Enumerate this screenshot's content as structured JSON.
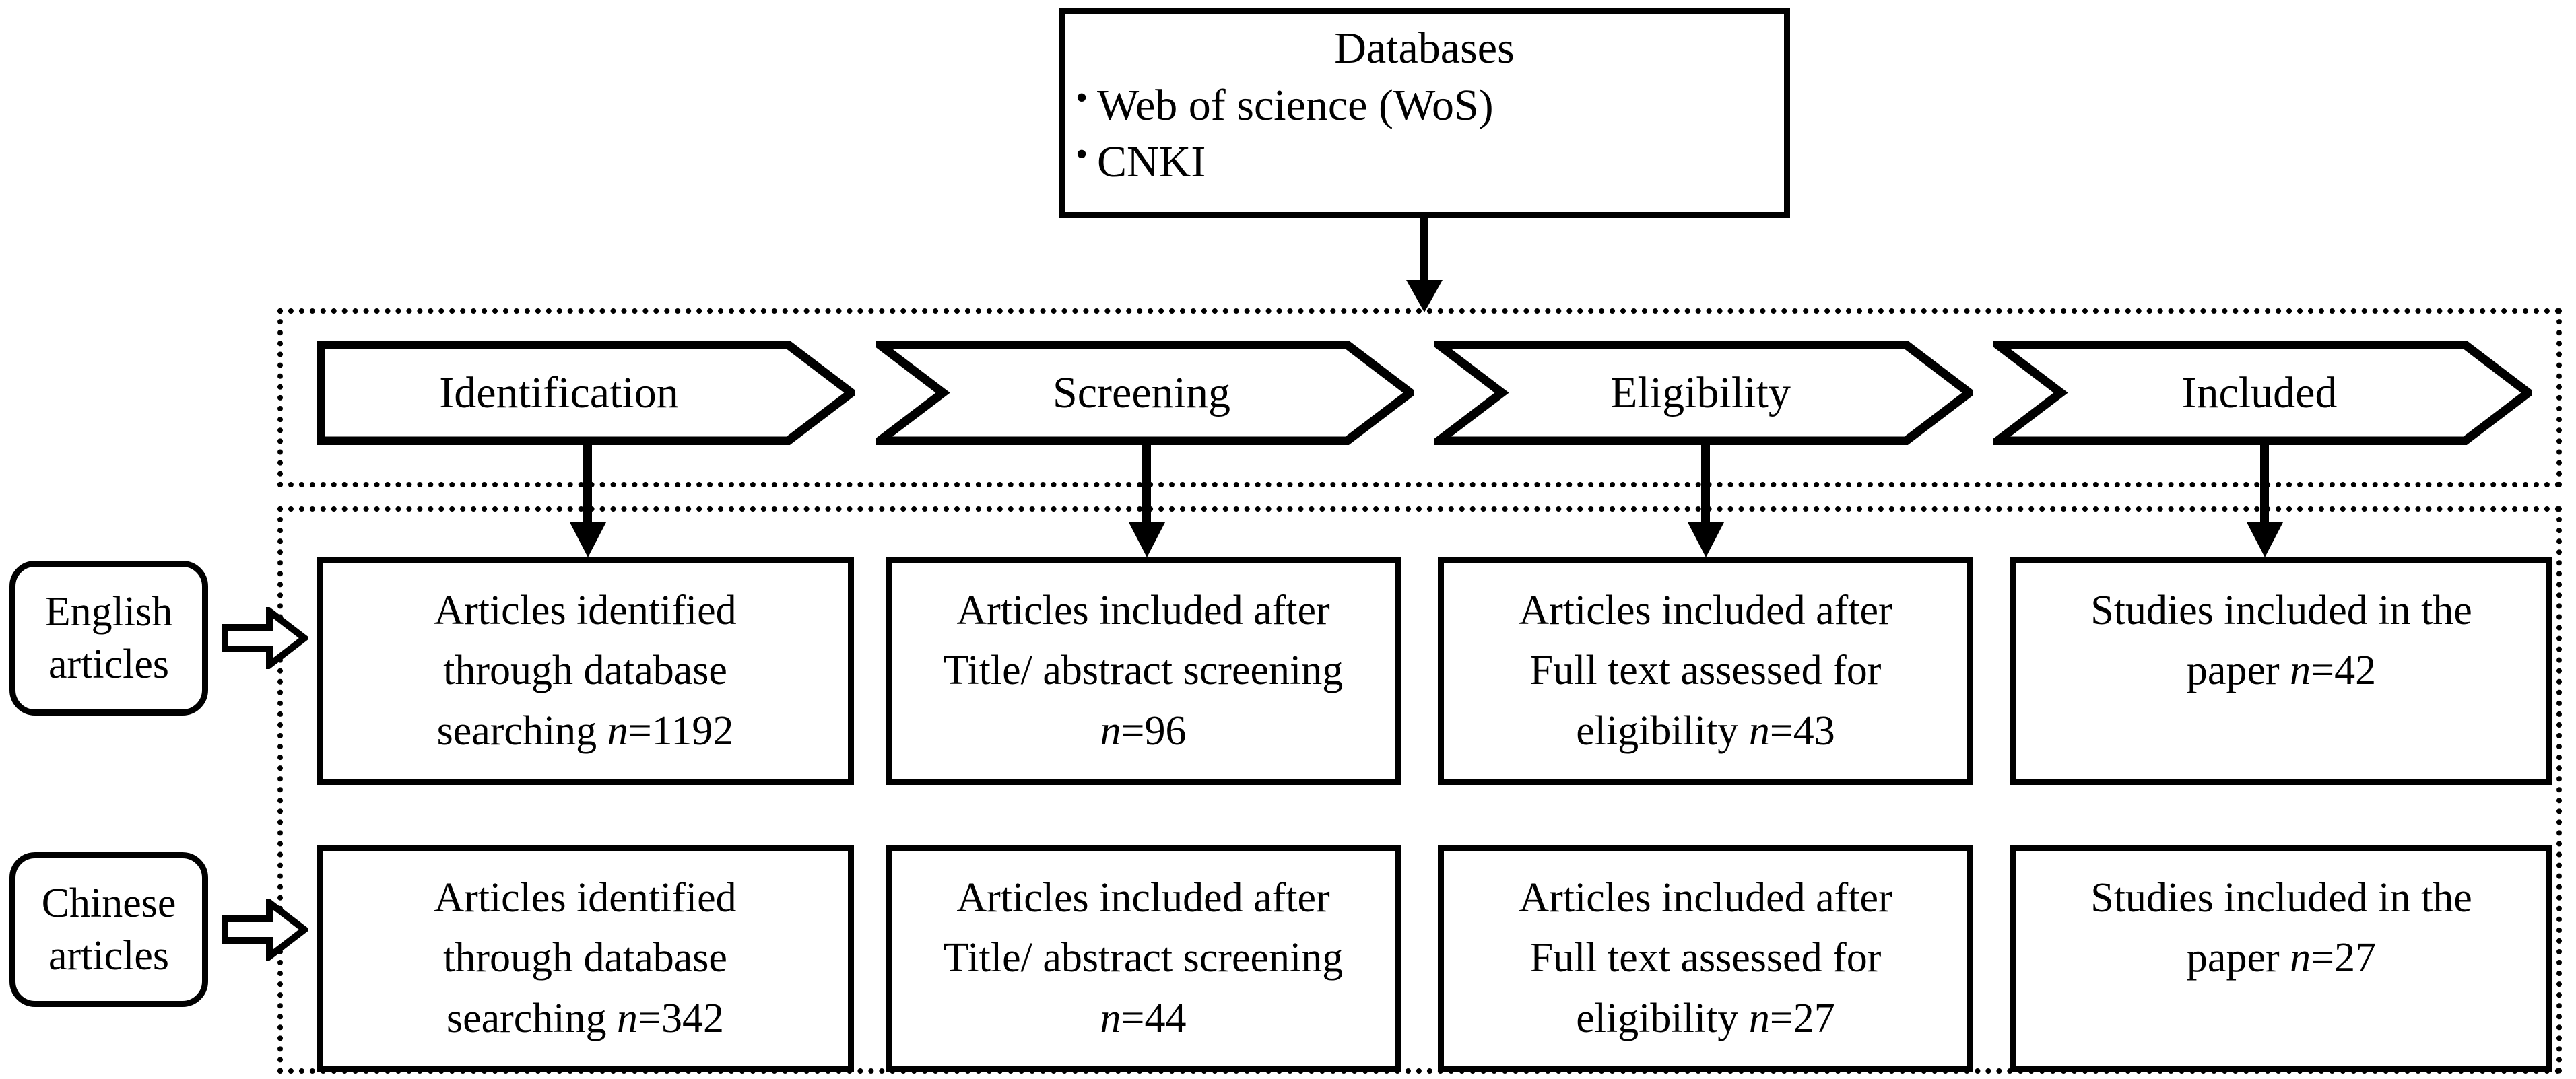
{
  "source": {
    "title": "Databases",
    "bullet_glyph": "•",
    "items": [
      "Web of science (WoS)",
      "CNKI"
    ]
  },
  "stages": [
    {
      "label": "Identification",
      "shape": "flat-left-chevron"
    },
    {
      "label": "Screening",
      "shape": "chevron"
    },
    {
      "label": "Eligibility",
      "shape": "chevron"
    },
    {
      "label": "Included",
      "shape": "chevron"
    }
  ],
  "language_groups": [
    {
      "line1": "English",
      "line2": "articles"
    },
    {
      "line1": "Chinese",
      "line2": "articles"
    }
  ],
  "rows": [
    {
      "group": "English articles",
      "boxes": [
        {
          "lines": [
            "Articles identified",
            "through database",
            "searching "
          ],
          "n_label": "n",
          "n_value": "=1192",
          "inline_last": true
        },
        {
          "lines": [
            "Articles included after",
            "Title/ abstract screening",
            ""
          ],
          "n_label": "n",
          "n_value": "=96",
          "inline_last": false
        },
        {
          "lines": [
            "Articles included after",
            "Full text assessed for",
            "eligibility "
          ],
          "n_label": "n",
          "n_value": "=43",
          "inline_last": true
        },
        {
          "lines": [
            "Studies included in the",
            "paper "
          ],
          "n_label": "n",
          "n_value": "=42",
          "inline_last": true
        }
      ]
    },
    {
      "group": "Chinese articles",
      "boxes": [
        {
          "lines": [
            "Articles identified",
            "through database",
            "searching "
          ],
          "n_label": "n",
          "n_value": "=342",
          "inline_last": true
        },
        {
          "lines": [
            "Articles included after",
            "Title/ abstract screening",
            ""
          ],
          "n_label": "n",
          "n_value": "=44",
          "inline_last": false
        },
        {
          "lines": [
            "Articles included after",
            "Full text assessed for",
            "eligibility "
          ],
          "n_label": "n",
          "n_value": "=27",
          "inline_last": true
        },
        {
          "lines": [
            "Studies included in the",
            "paper "
          ],
          "n_label": "n",
          "n_value": "=27",
          "inline_last": true
        }
      ]
    }
  ],
  "colors": {
    "stroke": "#000000",
    "background": "#ffffff"
  }
}
